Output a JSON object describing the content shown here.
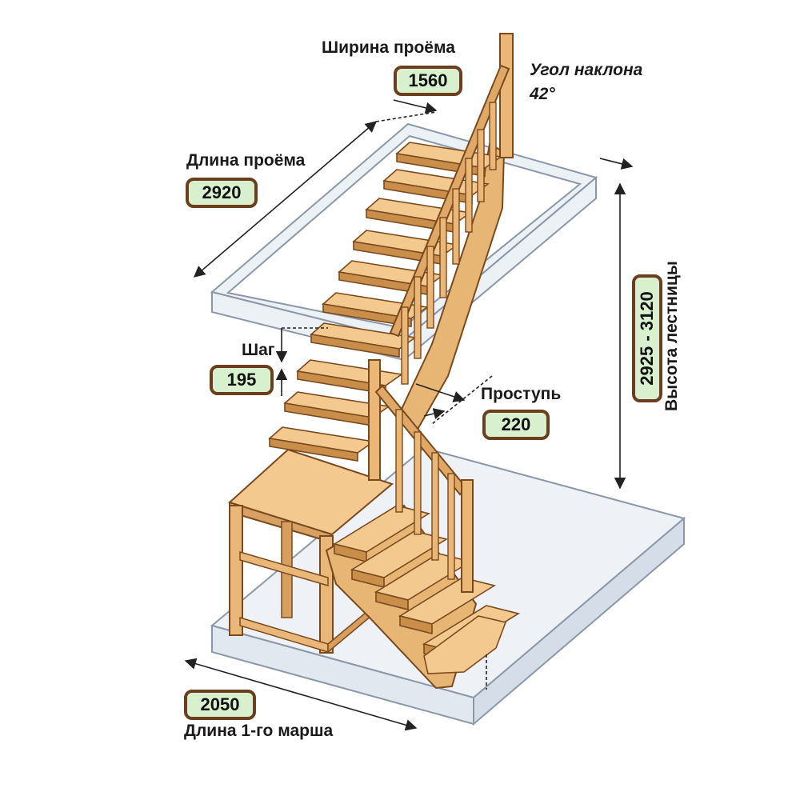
{
  "labels": {
    "opening_width": "Ширина проёма",
    "slope_angle_line1": "Угол наклона",
    "slope_angle_line2": "42°",
    "opening_length": "Длина проёма",
    "step": "Шаг",
    "tread": "Проступь",
    "stair_height": "Высота лестницы",
    "first_flight_length": "Длина 1-го марша"
  },
  "values": {
    "opening_width": "1560",
    "opening_length": "2920",
    "step": "195",
    "tread": "220",
    "stair_height": "2925 - 3120",
    "first_flight_length": "2050"
  },
  "colors": {
    "wood": "#f3c98f",
    "wood_dark": "#c98e4a",
    "wood_edge": "#7a4a1e",
    "badge_fill": "#d9f0cf",
    "badge_border": "#6b3f1d",
    "slab": "#dfe6ef"
  }
}
